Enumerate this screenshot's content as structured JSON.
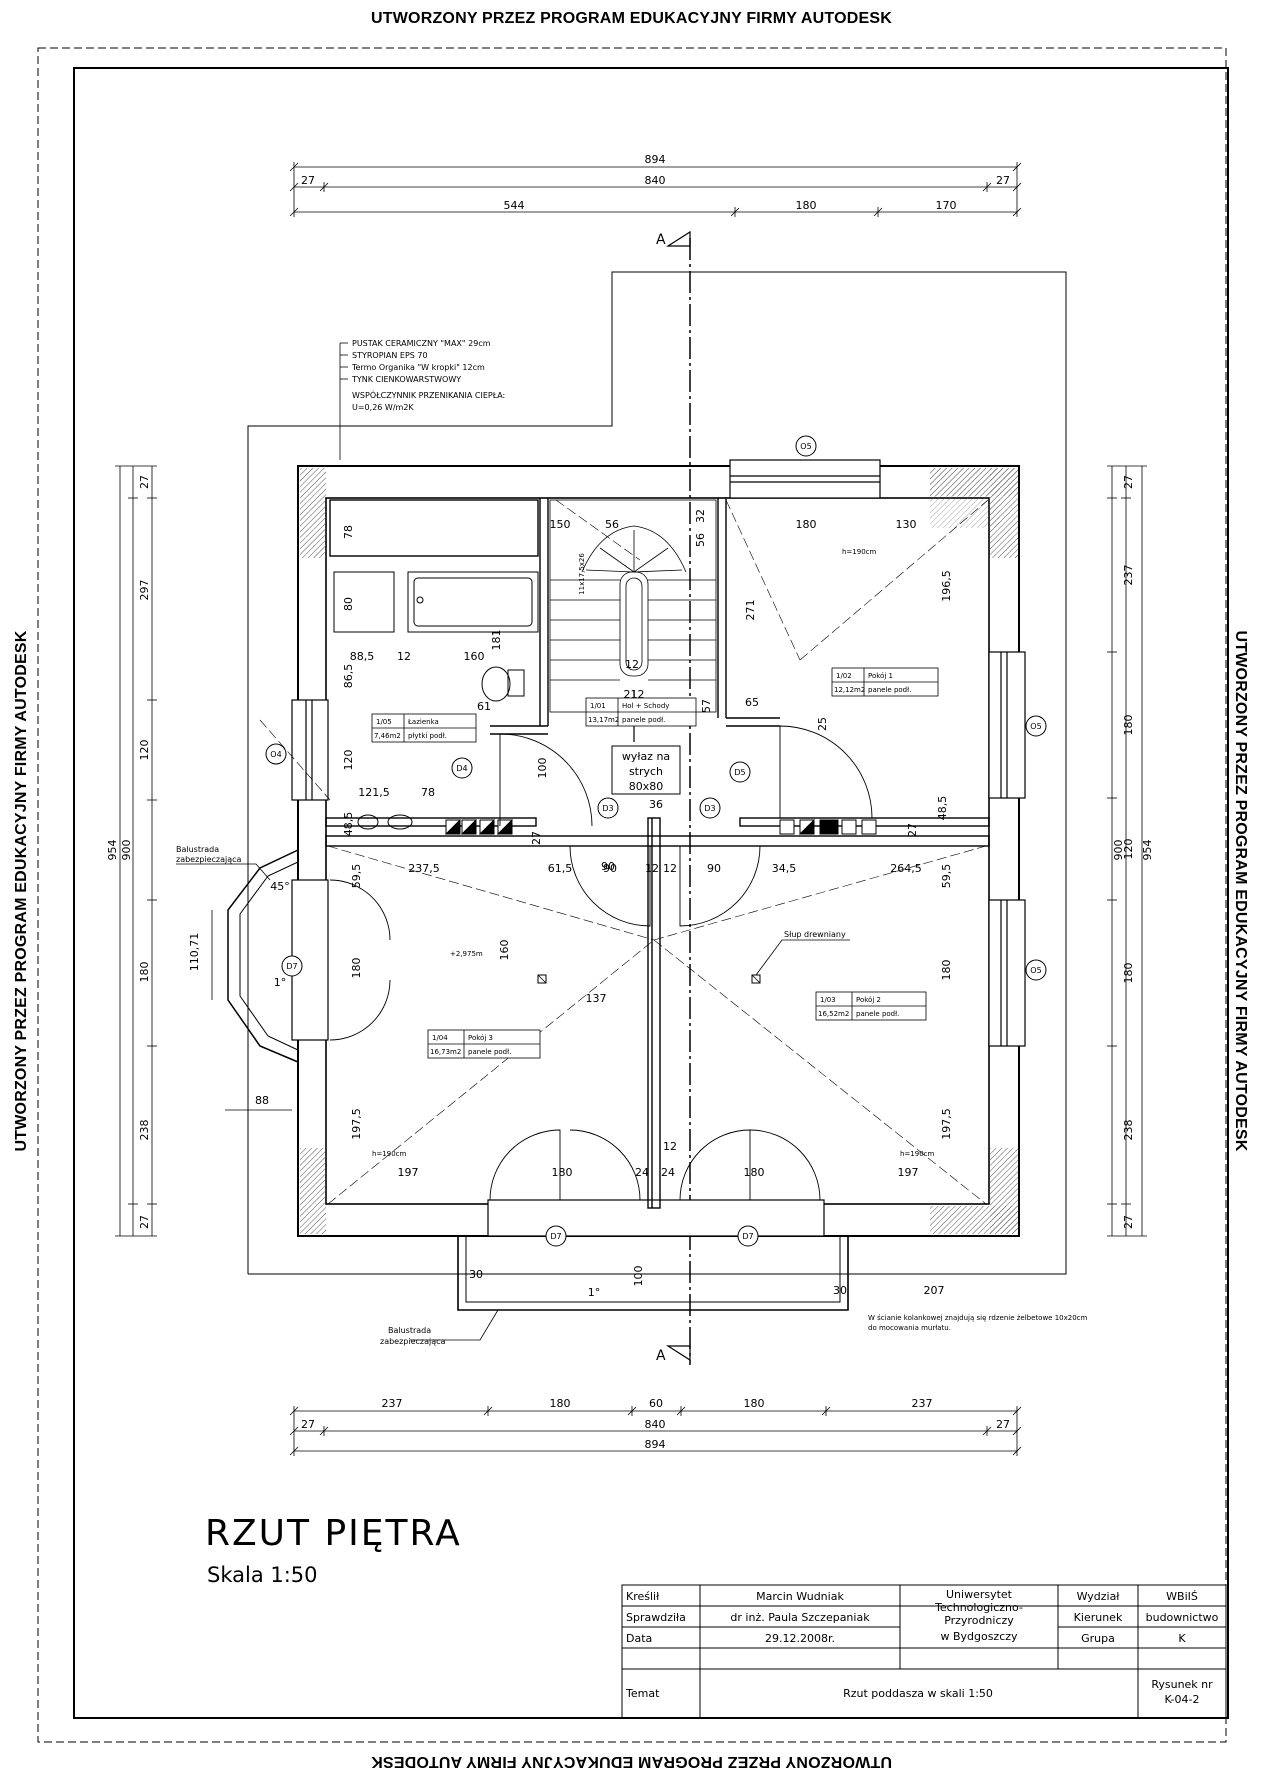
{
  "banner": "UTWORZONY PRZEZ PROGRAM EDUKACYJNY FIRMY AUTODESK",
  "drawing": {
    "title": "RZUT PIĘTRA",
    "scale": "Skala 1:50",
    "section_label": "A"
  },
  "dimensions": {
    "top_total": "894",
    "top_inner": "840",
    "top_edge": "27",
    "top_parts": [
      "544",
      "180",
      "170"
    ],
    "bottom_parts": [
      "237",
      "180",
      "60",
      "180",
      "237"
    ],
    "bottom_inner": "840",
    "bottom_total": "894",
    "bottom_edge": "27",
    "left_parts": [
      "27",
      "297",
      "120",
      "180",
      "238",
      "27"
    ],
    "left_inner": "900",
    "left_total": "954",
    "right_parts": [
      "27",
      "237",
      "180",
      "120",
      "180",
      "238",
      "27"
    ],
    "right_inner": "900",
    "right_total": "954"
  },
  "interior_dims": [
    "150",
    "56",
    "32",
    "56",
    "180",
    "130",
    "78",
    "80",
    "181",
    "88,5",
    "12",
    "160",
    "86,5",
    "120",
    "121,5",
    "78",
    "48,5",
    "61",
    "12",
    "271",
    "196,5",
    "65",
    "57",
    "25",
    "212",
    "100",
    "90",
    "36",
    "27",
    "27",
    "48,5",
    "237,5",
    "61,5",
    "90",
    "12",
    "12",
    "90",
    "34,5",
    "264,5",
    "59,5",
    "59,5",
    "160",
    "180",
    "180",
    "137",
    "110,71",
    "88",
    "197,5",
    "197,5",
    "197",
    "180",
    "24",
    "24",
    "12",
    "180",
    "197",
    "30",
    "100",
    "30",
    "207",
    "11x17,5x26",
    "1°",
    "1°",
    "45°"
  ],
  "levels": [
    "h=190cm",
    "h=190cm",
    "h=190cm",
    "+2,975m"
  ],
  "wall_legend": [
    "PUSTAK CERAMICZNY \"MAX\" 29cm",
    "STYROPIAN EPS 70",
    "Termo Organika \"W kropki\" 12cm",
    "TYNK CIENKOWARSTWOWY",
    "WSPÓŁCZYNNIK PRZENIKANIA CIEPŁA:",
    "U=0,26 W/m2K"
  ],
  "rooms": [
    {
      "no": "1/01",
      "name": "Hol + Schody",
      "area": "13,17m2",
      "floor": "panele podł."
    },
    {
      "no": "1/02",
      "name": "Pokój 1",
      "area": "12,12m2",
      "floor": "panele podł."
    },
    {
      "no": "1/03",
      "name": "Pokój 2",
      "area": "16,52m2",
      "floor": "panele podł."
    },
    {
      "no": "1/04",
      "name": "Pokój 3",
      "area": "16,73m2",
      "floor": "panele podł."
    },
    {
      "no": "1/05",
      "name": "Łazienka",
      "area": "7,46m2",
      "floor": "płytki podł."
    }
  ],
  "tags": [
    "O5",
    "O5",
    "O5",
    "O4",
    "D4",
    "D3",
    "D3",
    "D5",
    "D7",
    "D7",
    "D7"
  ],
  "notes": {
    "attic": [
      "wyłaz na",
      "strych",
      "80x80"
    ],
    "post": "Słup drewniany",
    "balustrade": [
      "Balustrada",
      "zabezpieczająca"
    ],
    "knee_wall": [
      "W ścianie kolankowej znajdują się rdzenie żelbetowe 10x20cm",
      "do mocowania murłatu."
    ]
  },
  "title_block": {
    "drew_label": "Kreślił",
    "drew_value": "Marcin Wudniak",
    "checked_label": "Sprawdziła",
    "checked_value": "dr inż. Paula Szczepaniak",
    "date_label": "Data",
    "date_value": "29.12.2008r.",
    "university": [
      "Uniwersytet",
      "Technologiczno-",
      "Przyrodniczy",
      "w Bydgoszczy"
    ],
    "faculty_label": "Wydział",
    "faculty_value": "WBiIŚ",
    "major_label": "Kierunek",
    "major_value": "budownictwo",
    "group_label": "Grupa",
    "group_value": "K",
    "topic_label": "Temat",
    "topic_value": "Rzut poddasza w skali 1:50",
    "sheet_label": "Rysunek nr",
    "sheet_value": "K-04-2"
  }
}
